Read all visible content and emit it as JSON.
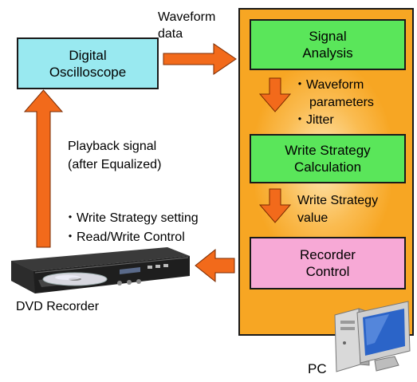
{
  "colors": {
    "pc_panel": "#f7a623",
    "oscilloscope": "#99e9f0",
    "analysis": "#5ae65a",
    "strategy": "#5ae65a",
    "recorder_control": "#f7a9d6",
    "arrow": "#f26a1b"
  },
  "oscilloscope": {
    "line1": "Digital",
    "line2": "Oscilloscope"
  },
  "waveform_data": {
    "line1": "Waveform",
    "line2": "data"
  },
  "signal_analysis": {
    "line1": "Signal",
    "line2": "Analysis"
  },
  "analysis_notes": {
    "line1": "・Waveform",
    "line2": "parameters",
    "line3": "・Jitter"
  },
  "strategy_calc": {
    "line1": "Write Strategy",
    "line2": "Calculation"
  },
  "strategy_value": {
    "line1": "Write Strategy",
    "line2": "value"
  },
  "recorder_control": {
    "line1": "Recorder",
    "line2": "Control"
  },
  "playback": {
    "line1": "Playback signal",
    "line2": "(after Equalized)"
  },
  "control_notes": {
    "line1": "・Write Strategy setting",
    "line2": "・Read/Write Control"
  },
  "dvd_recorder": {
    "label": "DVD Recorder",
    "icon": "dvd-recorder-icon"
  },
  "pc": {
    "label": "PC",
    "icon": "pc-computer-icon"
  }
}
